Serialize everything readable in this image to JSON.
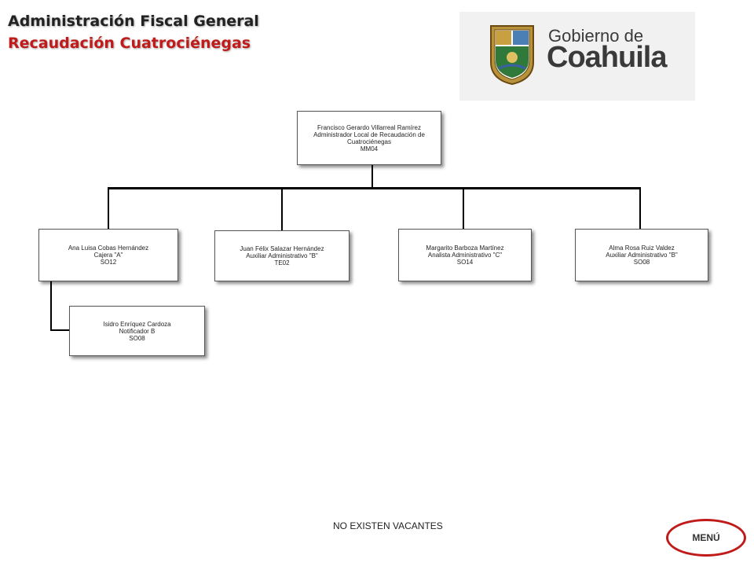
{
  "header": {
    "title": "Administración Fiscal General",
    "subtitle": "Recaudación Cuatrociénegas"
  },
  "logo": {
    "line1": "Gobierno de",
    "line2": "Coahuila"
  },
  "org_chart": {
    "root": {
      "name": "Francisco Gerardo Villarreal Ramírez",
      "role": "Administrador Local de Recaudación de Cuatrociénegas",
      "code": "MM04"
    },
    "children": [
      {
        "name": "Ana Luisa Cobas Hernández",
        "role": "Cajera \"A\"",
        "code": "SO12"
      },
      {
        "name": "Juan Félix Salazar Hernández",
        "role": "Auxiliar Administrativo \"B\"",
        "code": "TE02"
      },
      {
        "name": "Margarito Barboza Martínez",
        "role": "Analista Administrativo \"C\"",
        "code": "SO14"
      },
      {
        "name": "Alma Rosa Ruiz Valdez",
        "role": "Auxiliar Administrativo \"B\"",
        "code": "SO08"
      }
    ],
    "sub_child": {
      "name": "Isidro Enríquez Cardoza",
      "role": "Notificador B",
      "code": "SO08"
    }
  },
  "footer": {
    "note": "NO EXISTEN VACANTES",
    "menu_label": "MENÚ"
  },
  "colors": {
    "accent_red": "#c01a1a",
    "text_dark": "#222222"
  }
}
